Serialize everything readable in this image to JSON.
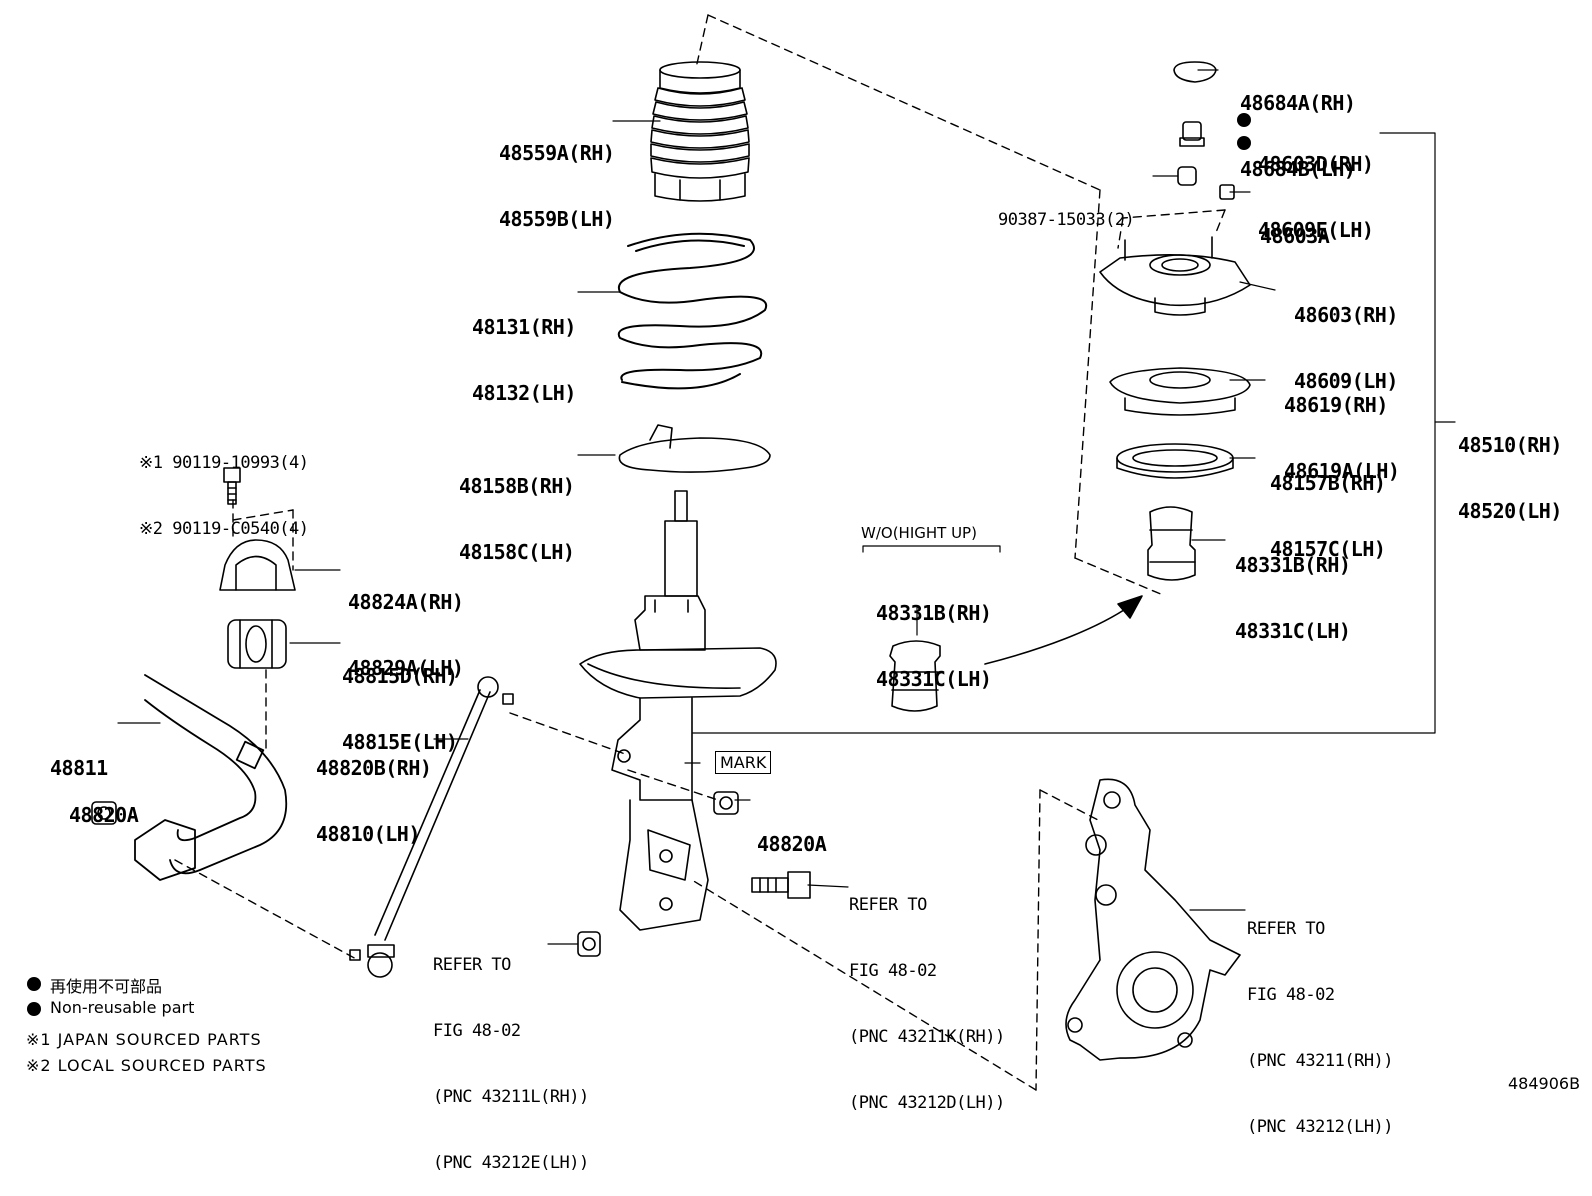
{
  "diagram_id": "484906B",
  "parts": {
    "p48559": [
      "48559A(RH)",
      "48559B(LH)"
    ],
    "p48131": [
      "48131(RH)",
      "48132(LH)"
    ],
    "p48158": [
      "48158B(RH)",
      "48158C(LH)"
    ],
    "p48824": [
      "48824A(RH)",
      "48829A(LH)"
    ],
    "p48815": [
      "48815D(RH)",
      "48815E(LH)"
    ],
    "p48811": "48811",
    "p48820a_left": "48820A",
    "p48820b": [
      "48820B(RH)",
      "48810(LH)"
    ],
    "p48820a_mid": "48820A",
    "p48684": [
      "48684A(RH)",
      "48684B(LH)"
    ],
    "p48603d": [
      "48603D(RH)",
      "48609E(LH)"
    ],
    "p90387": "90387-15033(2)",
    "p48603a": "48603A",
    "p48603": [
      "48603(RH)",
      "48609(LH)"
    ],
    "p48619": [
      "48619(RH)",
      "48619A(LH)"
    ],
    "p48157": [
      "48157B(RH)",
      "48157C(LH)"
    ],
    "p48331_right": [
      "48331B(RH)",
      "48331C(LH)"
    ],
    "p48331_wo": [
      "48331B(RH)",
      "48331C(LH)"
    ],
    "p48510": [
      "48510(RH)",
      "48520(LH)"
    ],
    "bolts": [
      "※1 90119-10993(4)",
      "※2 90119-C0540(4)"
    ]
  },
  "wo_caption": "W/O(HIGHT UP)",
  "mark_label": "MARK",
  "refers": {
    "strut_bolt": [
      "REFER TO",
      "FIG 48-02",
      "(PNC 43211K(RH))",
      "(PNC 43212D(LH))"
    ],
    "nut": [
      "REFER TO",
      "FIG 48-02",
      "(PNC 43211L(RH))",
      "(PNC 43212E(LH))"
    ],
    "knuckle": [
      "REFER TO",
      "FIG 48-02",
      "(PNC 43211(RH))",
      "(PNC 43212(LH))"
    ]
  },
  "legend": {
    "jp": "再使用不可部品",
    "en": "Non-reusable part",
    "note1": "※1 JAPAN SOURCED PARTS",
    "note2": "※2 LOCAL SOURCED PARTS"
  }
}
